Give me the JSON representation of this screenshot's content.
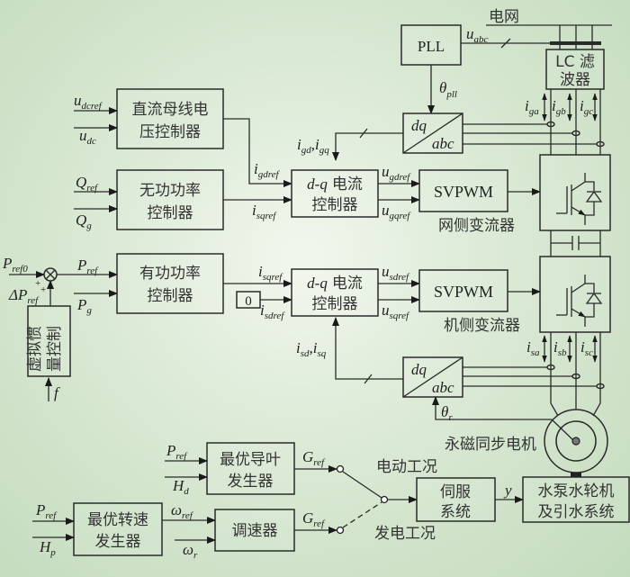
{
  "grid": {
    "label": "电网",
    "voltage_symbol": "u",
    "voltage_sub": "abc"
  },
  "pll": {
    "label": "PLL",
    "theta_symbol": "θ",
    "theta_sub": "pll"
  },
  "lc_filter": {
    "line1": "LC 滤",
    "line2": "波器"
  },
  "grid_currents": [
    {
      "symbol": "i",
      "sub": "ga"
    },
    {
      "symbol": "i",
      "sub": "gb"
    },
    {
      "symbol": "i",
      "sub": "gc"
    }
  ],
  "dq_grid": {
    "top": "dq",
    "bottom": "abc",
    "feedback_label": "i",
    "feedback_sub1": "gd",
    "feedback_sep": ",i",
    "feedback_sub2": "gq"
  },
  "dc_voltage_controller": {
    "line1": "直流母线电",
    "line2": "压控制器",
    "inputs": [
      {
        "symbol": "u",
        "sub": "dcref"
      },
      {
        "symbol": "u",
        "sub": "dc"
      }
    ],
    "output": {
      "symbol": "i",
      "sub": "gdref"
    }
  },
  "reactive_power_controller": {
    "line1": "无功功率",
    "line2": "控制器",
    "inputs": [
      {
        "symbol": "Q",
        "sub": "ref"
      },
      {
        "symbol": "Q",
        "sub": "g"
      }
    ],
    "output": {
      "symbol": "i",
      "sub": "sqref"
    }
  },
  "grid_current_controller": {
    "line1_it": "d-q",
    "line1_cn": "电流",
    "line2": "控制器",
    "outputs": [
      {
        "symbol": "u",
        "sub": "gdref"
      },
      {
        "symbol": "u",
        "sub": "gqref"
      }
    ]
  },
  "grid_svpwm": {
    "label": "SVPWM",
    "caption": "网侧变流器"
  },
  "active_power_controller": {
    "line1": "有功功率",
    "line2": "控制器",
    "inputs": [
      {
        "symbol": "P",
        "sub": "ref"
      },
      {
        "symbol": "P",
        "sub": "g"
      }
    ],
    "output": {
      "symbol": "i",
      "sub": "sqref"
    }
  },
  "summer": {
    "input": {
      "symbol": "P",
      "sub": "ref0"
    },
    "delta": {
      "symbol": "ΔP",
      "sub": "ref"
    },
    "signs": [
      "+",
      "+"
    ]
  },
  "virtual_inertia": {
    "chars": [
      "虚",
      "拟",
      "惯",
      "量",
      "控",
      "制"
    ],
    "input": "f"
  },
  "zero_ref": {
    "value": "0",
    "symbol": "i",
    "sub": "sdref"
  },
  "machine_current_controller": {
    "line1_it": "d-q",
    "line1_cn": "电流",
    "line2": "控制器",
    "outputs": [
      {
        "symbol": "u",
        "sub": "sdref"
      },
      {
        "symbol": "u",
        "sub": "sqref"
      }
    ],
    "feedback_label": "i",
    "feedback_sub1": "sd",
    "feedback_sep": ",i",
    "feedback_sub2": "sq"
  },
  "machine_svpwm": {
    "label": "SVPWM",
    "caption": "机侧变流器"
  },
  "machine_currents": [
    {
      "symbol": "i",
      "sub": "sa"
    },
    {
      "symbol": "i",
      "sub": "sb"
    },
    {
      "symbol": "i",
      "sub": "sc"
    }
  ],
  "dq_machine": {
    "top": "dq",
    "bottom": "abc",
    "theta_symbol": "θ",
    "theta_sub": "r"
  },
  "pmsm": {
    "label": "永磁同步电机"
  },
  "guide_vane_generator": {
    "line1": "最优导叶",
    "line2": "发生器",
    "inputs": [
      {
        "symbol": "P",
        "sub": "ref"
      },
      {
        "symbol": "H",
        "sub": "d"
      }
    ],
    "output": {
      "symbol": "G",
      "sub": "ref"
    }
  },
  "speed_generator": {
    "line1": "最优转速",
    "line2": "发生器",
    "inputs": [
      {
        "symbol": "P",
        "sub": "ref"
      },
      {
        "symbol": "H",
        "sub": "p"
      }
    ],
    "output": {
      "symbol": "ω",
      "sub": "ref"
    }
  },
  "governor": {
    "label": "调速器",
    "feedback": {
      "symbol": "ω",
      "sub": "r"
    },
    "output": {
      "symbol": "G",
      "sub": "ref"
    }
  },
  "mode_switch": {
    "motor_mode": "电动工况",
    "generator_mode": "发电工况"
  },
  "servo": {
    "line1": "伺服",
    "line2": "系统",
    "output": "y"
  },
  "pump_turbine": {
    "line1": "水泵水轮机",
    "line2": "及引水系统"
  }
}
